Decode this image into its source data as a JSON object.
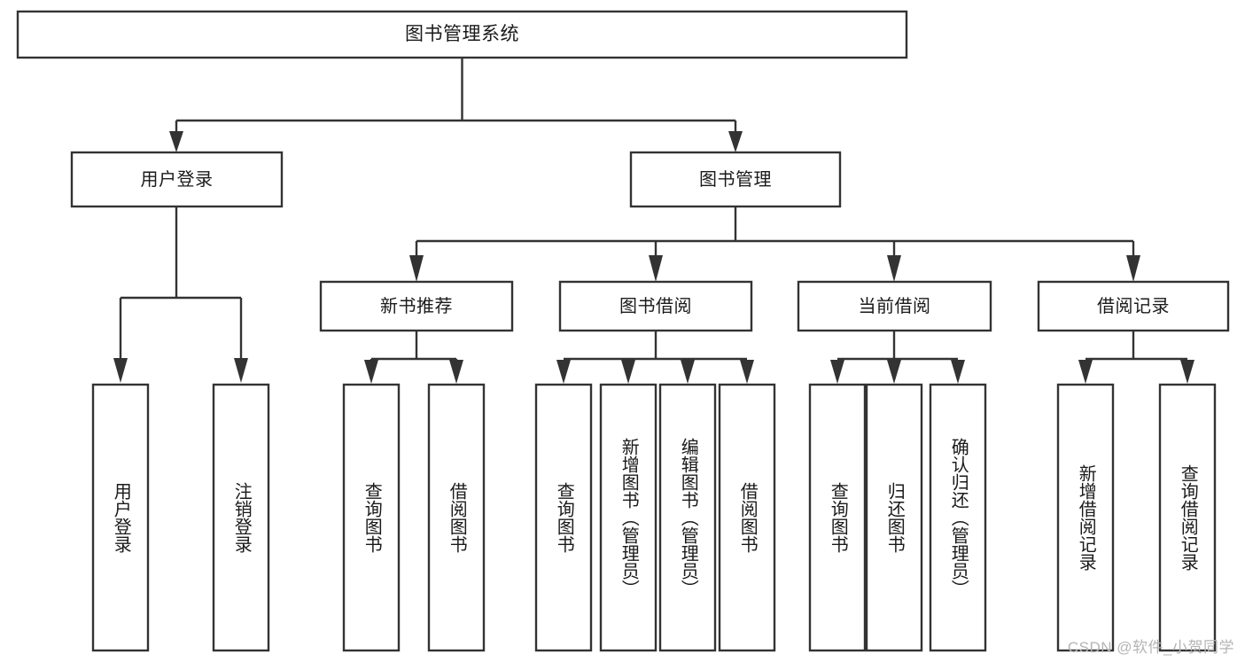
{
  "diagram": {
    "title": "图书管理系统",
    "watermark": "CSDN @软件_小贺同学",
    "colors": {
      "stroke": "#333333",
      "fill": "#ffffff",
      "text": "#1a1a1a",
      "watermark": "#b5b5b5"
    },
    "nodes": {
      "root": {
        "label": "图书管理系统"
      },
      "level1": [
        {
          "label": "用户登录"
        },
        {
          "label": "图书管理"
        }
      ],
      "level2": [
        {
          "label": "新书推荐"
        },
        {
          "label": "图书借阅"
        },
        {
          "label": "当前借阅"
        },
        {
          "label": "借阅记录"
        }
      ],
      "leaves": {
        "user_login": [
          {
            "label": "用户登录"
          },
          {
            "label": "注销登录"
          }
        ],
        "new_book": [
          {
            "label": "查询图书"
          },
          {
            "label": "借阅图书"
          }
        ],
        "borrow_book": [
          {
            "label": "查询图书"
          },
          {
            "label": "新增图书（管理员）"
          },
          {
            "label": "编辑图书（管理员）"
          },
          {
            "label": "借阅图书"
          }
        ],
        "current_borrow": [
          {
            "label": "查询图书"
          },
          {
            "label": "归还图书"
          },
          {
            "label": "确认归还（管理员）"
          }
        ],
        "borrow_record": [
          {
            "label": "新增借阅记录"
          },
          {
            "label": "查询借阅记录"
          }
        ]
      }
    }
  }
}
